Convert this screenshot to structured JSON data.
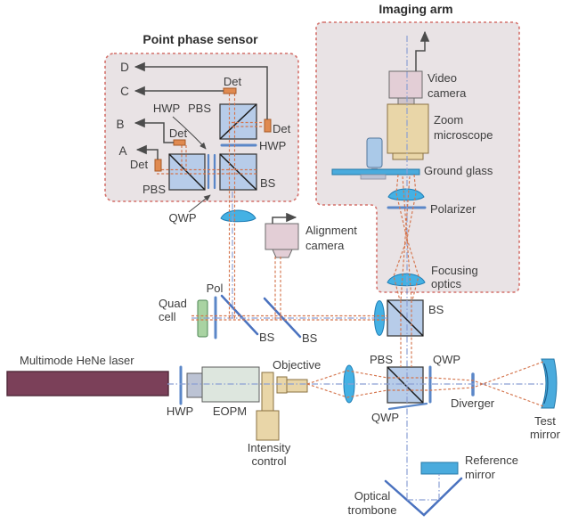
{
  "titles": {
    "sensor": "Point phase sensor",
    "imaging": "Imaging arm"
  },
  "labels": {
    "det": "Det",
    "hwp": "HWP",
    "pbs": "PBS",
    "bs": "BS",
    "qwp": "QWP",
    "pol": "Pol",
    "port_a": "A",
    "port_b": "B",
    "port_c": "C",
    "port_d": "D",
    "quad_cell_line1": "Quad",
    "quad_cell_line2": "cell",
    "video_camera_line1": "Video",
    "video_camera_line2": "camera",
    "zoom_microscope_line1": "Zoom",
    "zoom_microscope_line2": "microscope",
    "ground_glass": "Ground glass",
    "polarizer": "Polarizer",
    "focusing_optics_line1": "Focusing",
    "focusing_optics_line2": "optics",
    "alignment_camera_line1": "Alignment",
    "alignment_camera_line2": "camera",
    "laser": "Multimode HeNe laser",
    "eopm": "EOPM",
    "intensity_line1": "Intensity",
    "intensity_line2": "control",
    "objective": "Objective",
    "diverger": "Diverger",
    "test_mirror_line1": "Test",
    "test_mirror_line2": "mirror",
    "reference_mirror_line1": "Reference",
    "reference_mirror_line2": "mirror",
    "optical_trombone_line1": "Optical",
    "optical_trombone_line2": "trombone"
  },
  "colors": {
    "panel_fill": "#e9e3e5",
    "panel_border": "#d4716b",
    "label": "#3d3d3d",
    "title": "#2d2d2d",
    "cube_fill": "#b7cce9",
    "cube_edge": "#3c3c3c",
    "diag": "#1c1c1c",
    "element_blue": "#5b87c8",
    "mirror_blue": "#4a72bf",
    "lens_fill": "#44b1e4",
    "lens_edge": "#1f7db5",
    "beam_orange": "#d4744c",
    "beam_blue": "#8a9fd4",
    "det_fill": "#e08a50",
    "det_edge": "#a85a26",
    "quad_fill": "#a9d3a2",
    "quad_edge": "#4c8653",
    "laser_fill": "#7b4059",
    "laser_edge": "#4f2839",
    "metal_fill": "#dde6de",
    "metal_edge": "#5c5c5c",
    "tan_fill": "#e9d6a8",
    "tan_edge": "#8a7242",
    "pink_fill": "#e3ced6",
    "pink_edge": "#6b6b6b",
    "glass_fill": "#4aabdd",
    "glass_edge": "#2578a8",
    "bluebox_fill": "#aac9e8",
    "bluebox_edge": "#53779c",
    "signal": "#4c4c4c",
    "base_gray": "#bcc3d4"
  }
}
